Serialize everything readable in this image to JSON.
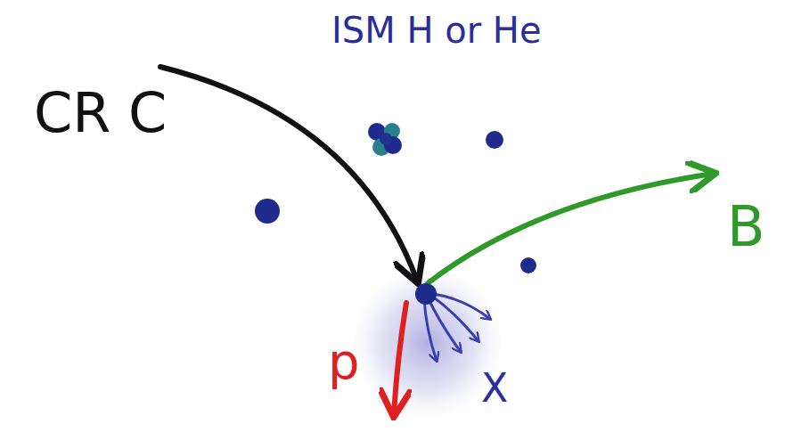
{
  "diagram": {
    "labels": [
      "ISM H or He",
      "CR C",
      "B",
      "p",
      "X"
    ]
  }
}
